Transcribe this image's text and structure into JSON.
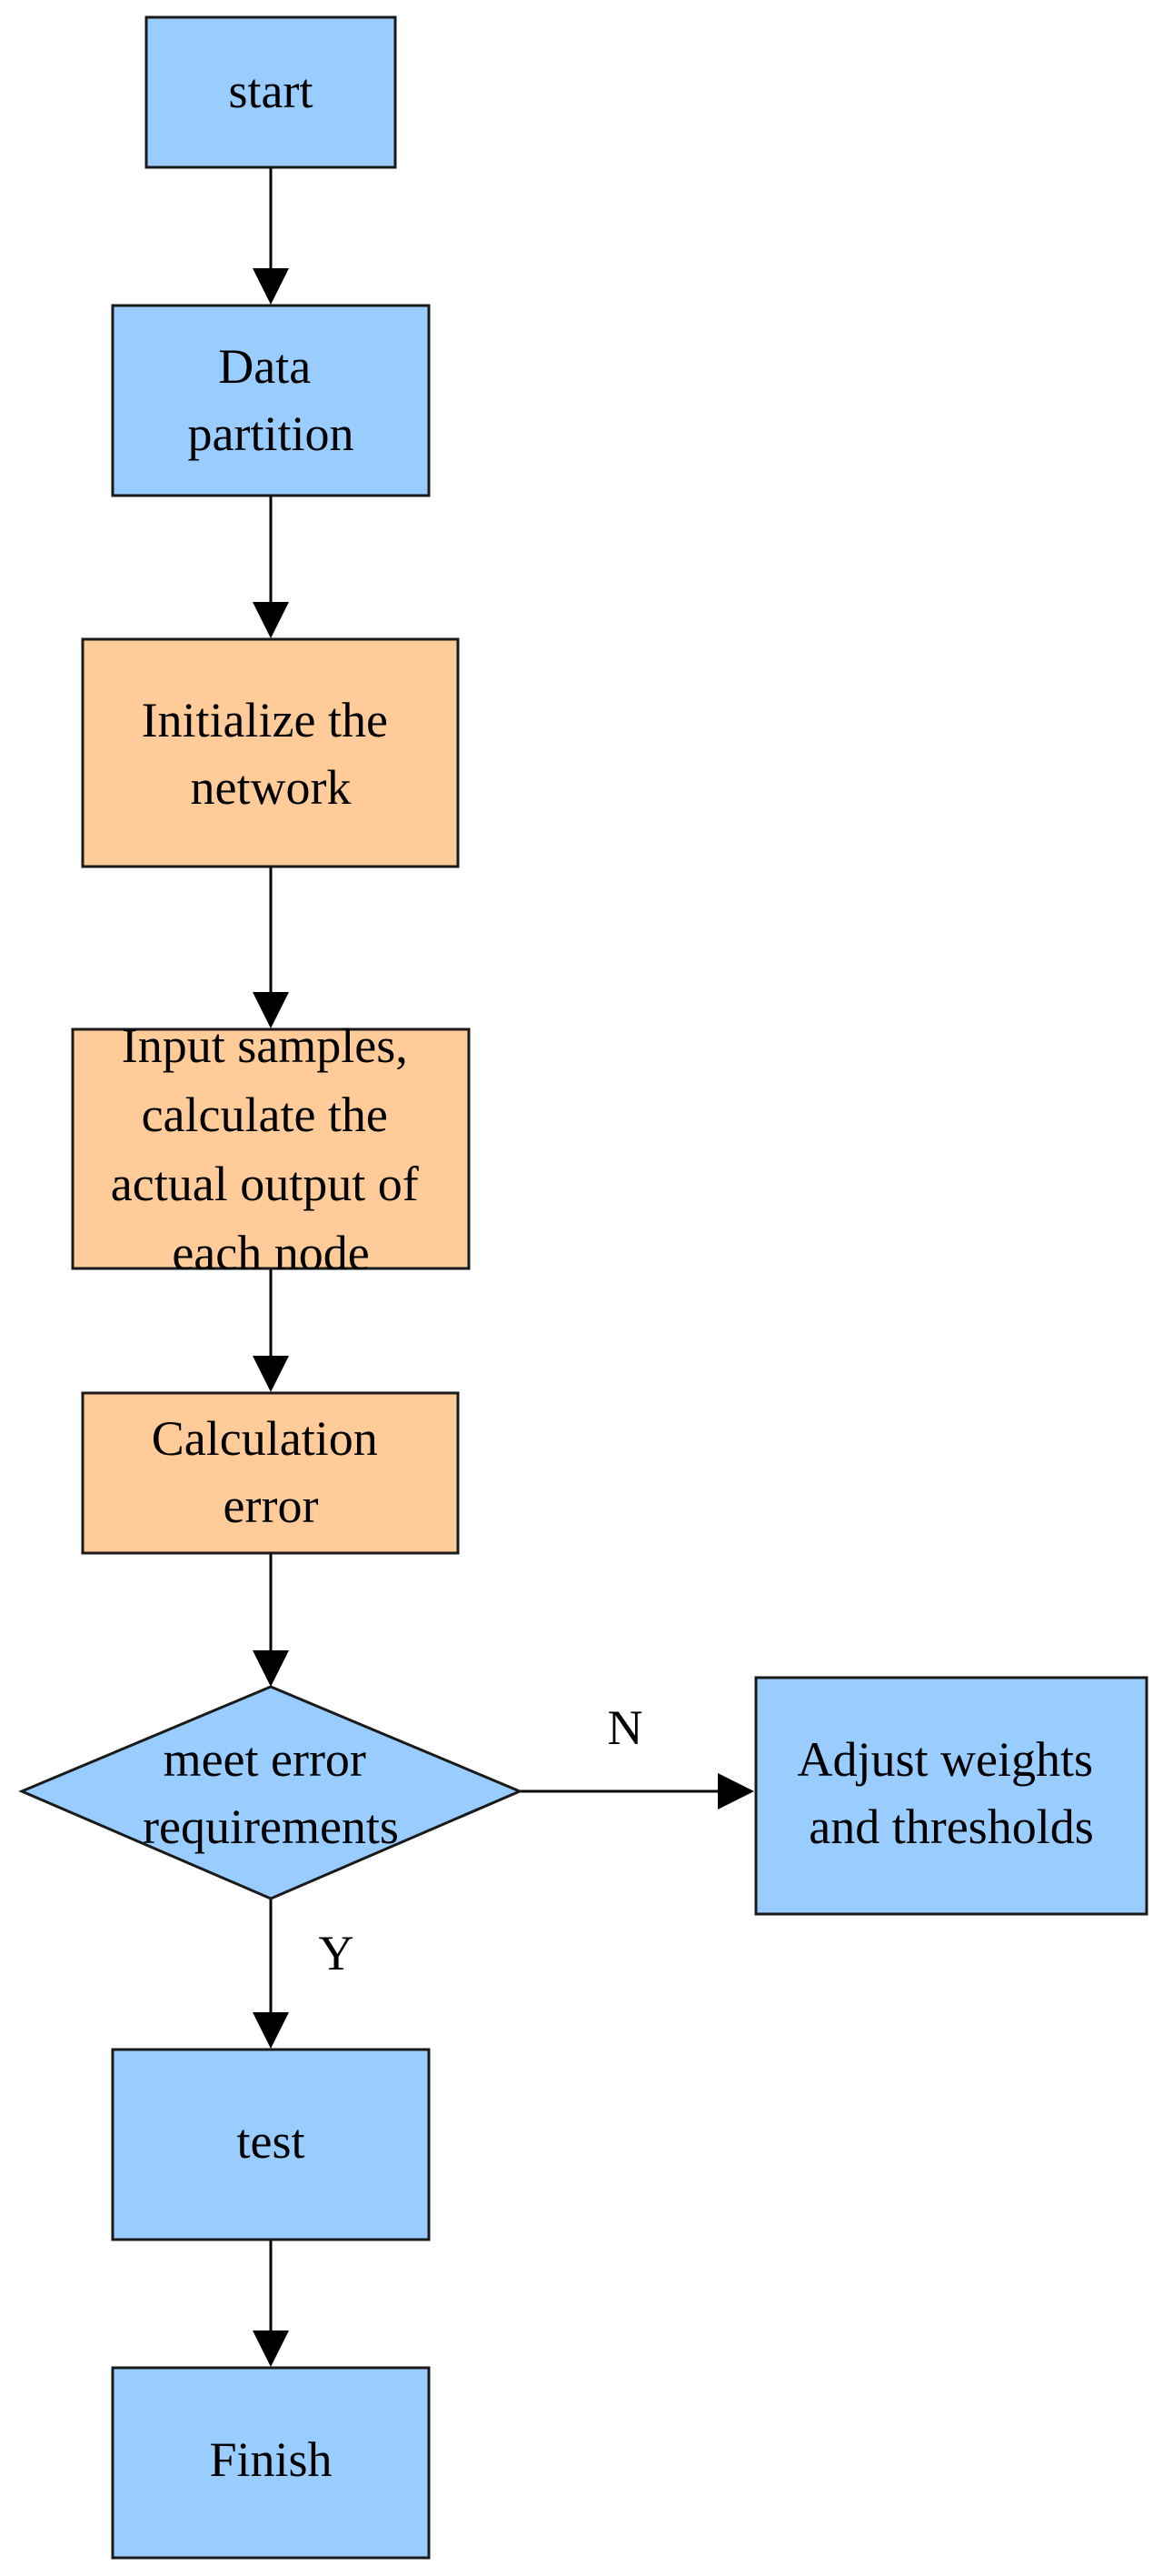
{
  "nodes": {
    "start": {
      "lines": [
        "start"
      ]
    },
    "partition": {
      "lines": [
        "Data",
        "partition"
      ]
    },
    "init": {
      "lines": [
        "Initialize the",
        "network"
      ]
    },
    "input": {
      "lines": [
        "Input samples,",
        "calculate the",
        "actual output of",
        "each node"
      ]
    },
    "calc": {
      "lines": [
        "Calculation",
        "error"
      ]
    },
    "decision": {
      "lines": [
        "meet error",
        "requirements"
      ]
    },
    "adjust": {
      "lines": [
        "Adjust weights",
        "and thresholds"
      ]
    },
    "test": {
      "lines": [
        "test"
      ]
    },
    "finish": {
      "lines": [
        "Finish"
      ]
    }
  },
  "edges": {
    "no_label": "N",
    "yes_label": "Y"
  },
  "colors": {
    "process_blue": "#99ccff",
    "process_orange": "#ffcc99",
    "stroke": "#1a1a1a"
  }
}
